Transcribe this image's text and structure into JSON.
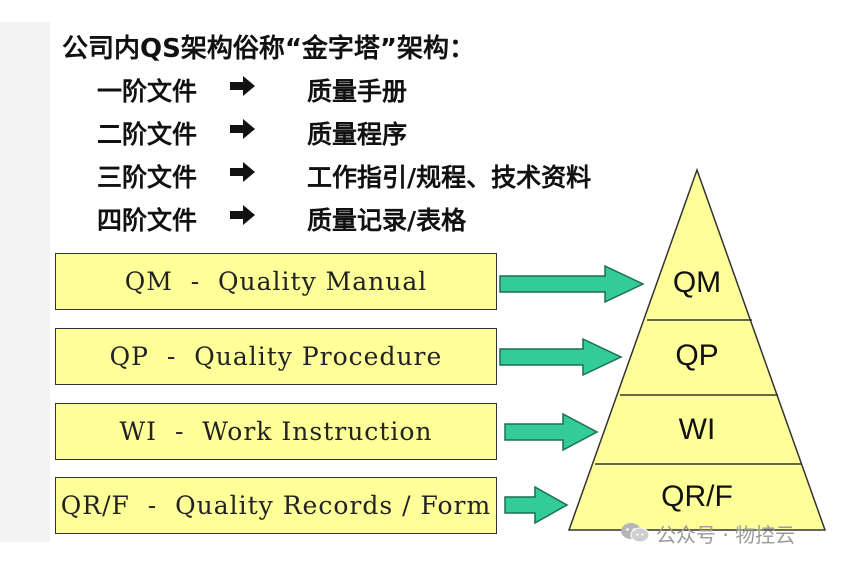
{
  "title": "公司内QS架构俗称“金字塔”架构：",
  "tiers": [
    {
      "level": "一阶文件",
      "arrow_icon": "right-arrow-icon",
      "doc": "质量手册"
    },
    {
      "level": "二阶文件",
      "arrow_icon": "right-arrow-icon",
      "doc": "质量程序"
    },
    {
      "level": "三阶文件",
      "arrow_icon": "right-arrow-icon",
      "doc": "工作指引/规程、技术资料"
    },
    {
      "level": "四阶文件",
      "arrow_icon": "right-arrow-icon",
      "doc": "质量记录/表格"
    }
  ],
  "boxes": [
    {
      "label": "QM  -  Quality Manual"
    },
    {
      "label": "QP  -  Quality Procedure"
    },
    {
      "label": "WI  -  Work Instruction"
    },
    {
      "label": "QR/F  -  Quality Records / Form"
    }
  ],
  "pyramid": {
    "levels": [
      "QM",
      "QP",
      "WI",
      "QR/F"
    ],
    "fill": "#ffff99",
    "stroke": "#333333"
  },
  "colors": {
    "box_fill": "#ffff99",
    "arrow_fill": "#33cc99",
    "arrow_stroke": "#1b6e55"
  },
  "watermark": {
    "icon": "wechat-icon",
    "text": "公众号 · 物控云"
  }
}
